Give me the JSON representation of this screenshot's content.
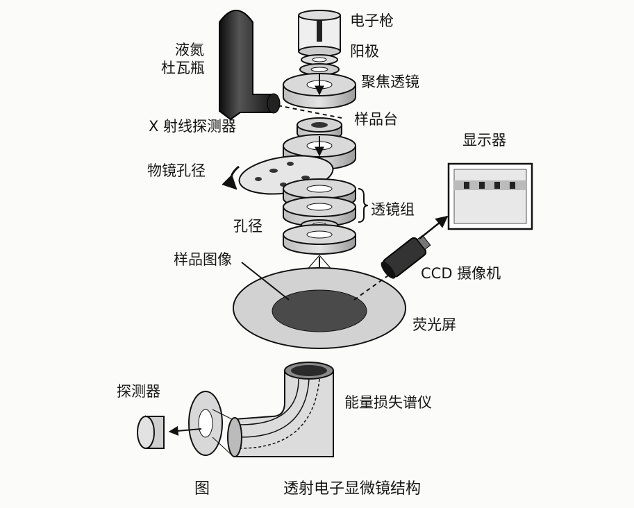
{
  "labels": {
    "electron_gun": "电子枪",
    "anode": "阳极",
    "focus_lens": "聚焦透镜",
    "ln_dewar_line1": "液氮",
    "ln_dewar_line2": "杜瓦瓶",
    "xray_detector": "X 射线探测器",
    "sample_stage": "样品台",
    "display": "显示器",
    "objective_aperture": "物镜孔径",
    "lens_group": "透镜组",
    "aperture": "孔径",
    "sample_image": "样品图像",
    "ccd_camera": "CCD 摄像机",
    "fluorescent_screen": "荧光屏",
    "detector": "探测器",
    "eels": "能量损失谱仪"
  },
  "caption": {
    "prefix": "图",
    "title": "透射电子显微镜结构"
  }
}
